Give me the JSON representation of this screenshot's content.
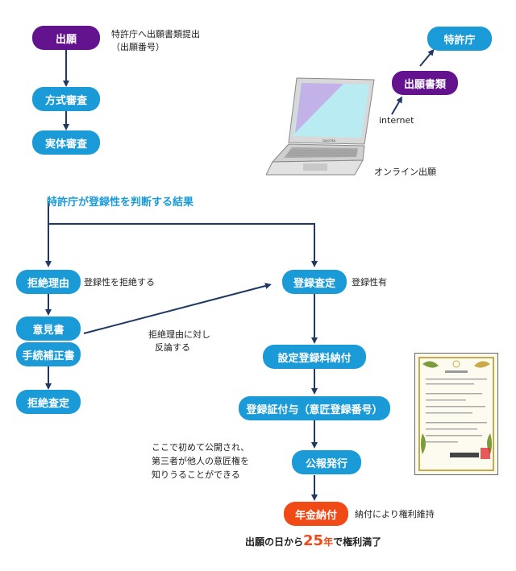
{
  "top": {
    "filing": "出願",
    "filing_note_line1": "特許庁へ出願書類提出",
    "filing_note_line2": "（出願番号）",
    "formal_exam": "方式審査",
    "substantive_exam": "実体審査"
  },
  "online": {
    "patent_office": "特許庁",
    "application_docs": "出願書類",
    "internet_label": "internet",
    "online_filing_label": "オンライン出願",
    "laptop_brand": "toyoriko"
  },
  "result_heading": "特許庁が登録性を判断する結果",
  "refusal_branch": {
    "reason_of_refusal": "拒絶理由",
    "reason_note": "登録性を拒絶する",
    "written_opinion": "意見書",
    "amendment": "手続補正書",
    "refusal_decision": "拒絶査定",
    "rebuttal_line1": "拒絶理由に対し",
    "rebuttal_line2": "反論する"
  },
  "registration_branch": {
    "decision_to_register": "登録査定",
    "decision_note": "登録性有",
    "fee_payment": "設定登録料納付",
    "certificate": "登録証付与（意匠登録番号）",
    "publication": "公報発行",
    "publication_note_line1": "ここで初めて公開され、",
    "publication_note_line2": "第三者が他人の意匠権を",
    "publication_note_line3": "知りうることができる",
    "annual_fee": "年金納付",
    "annual_fee_note": "納付により権利維持"
  },
  "footer": {
    "prefix": "出願の日から",
    "years": "25",
    "year_unit": "年",
    "suffix": "で権利満了"
  },
  "colors": {
    "blue": "#1a9ad6",
    "purple": "#64138f",
    "orange": "#f04a16",
    "arrow": "#1f3864"
  }
}
